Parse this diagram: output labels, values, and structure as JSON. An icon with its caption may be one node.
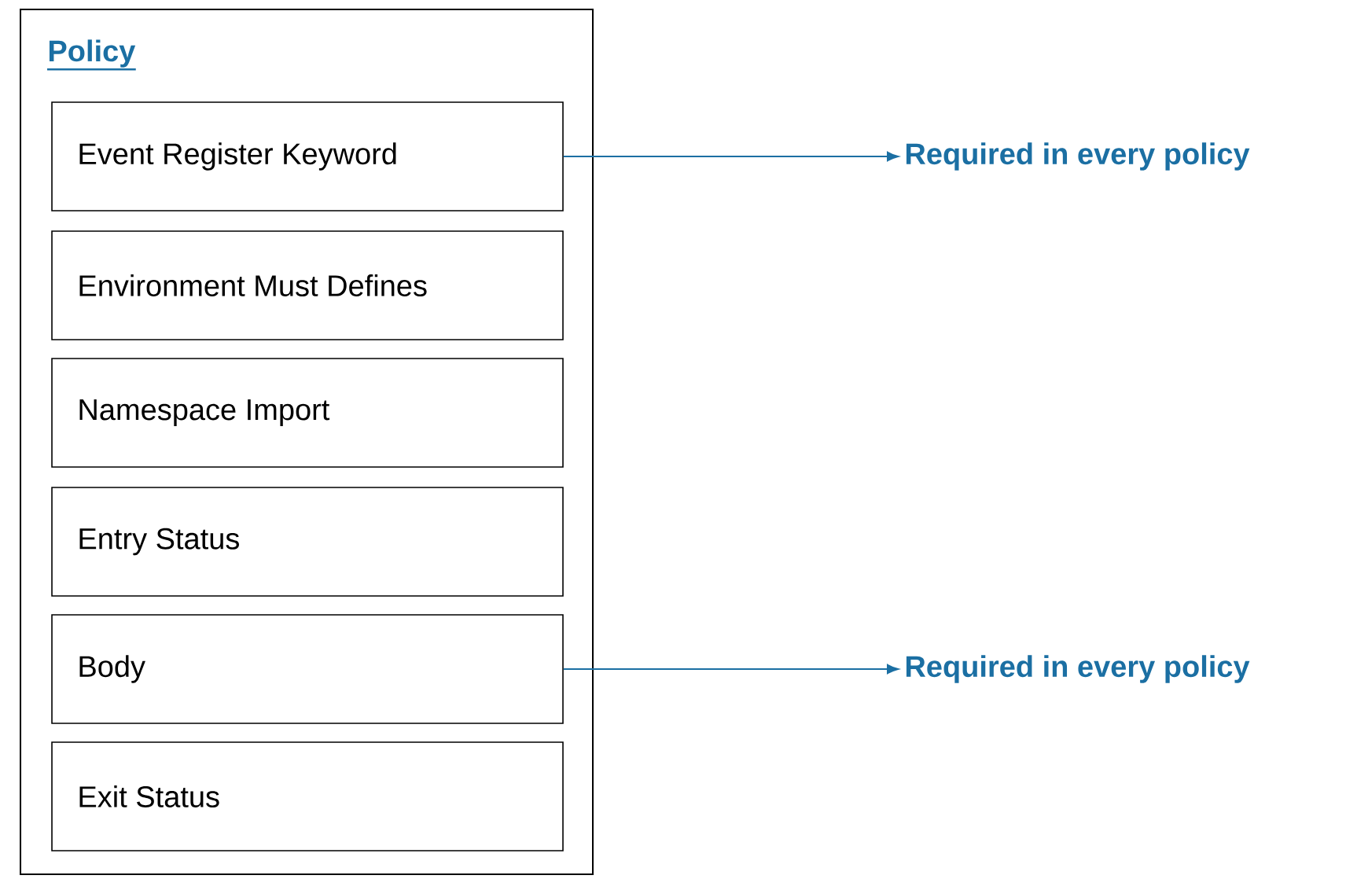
{
  "diagram": {
    "nodes": [
      {
        "text": [
          "Policy"
        ]
      },
      {
        "text": [
          "Event Register Keyword"
        ],
        "in": 0
      },
      {
        "text": [
          "Environment Must Defines"
        ],
        "in": 0
      },
      {
        "text": [
          "Namespace Import"
        ],
        "in": 0
      },
      {
        "text": [
          "Entry Status"
        ],
        "in": 0
      },
      {
        "text": [
          "Body"
        ],
        "in": 0
      },
      {
        "text": [
          "Exit Status"
        ],
        "in": 0
      },
      {
        "text": [
          "Required in every policy"
        ]
      },
      {
        "text": [
          "Required in every policy"
        ]
      }
    ],
    "edges": [
      {
        "from": 1,
        "to": 7,
        "arrow": "to"
      },
      {
        "from": 5,
        "to": 8,
        "arrow": "to"
      }
    ]
  }
}
